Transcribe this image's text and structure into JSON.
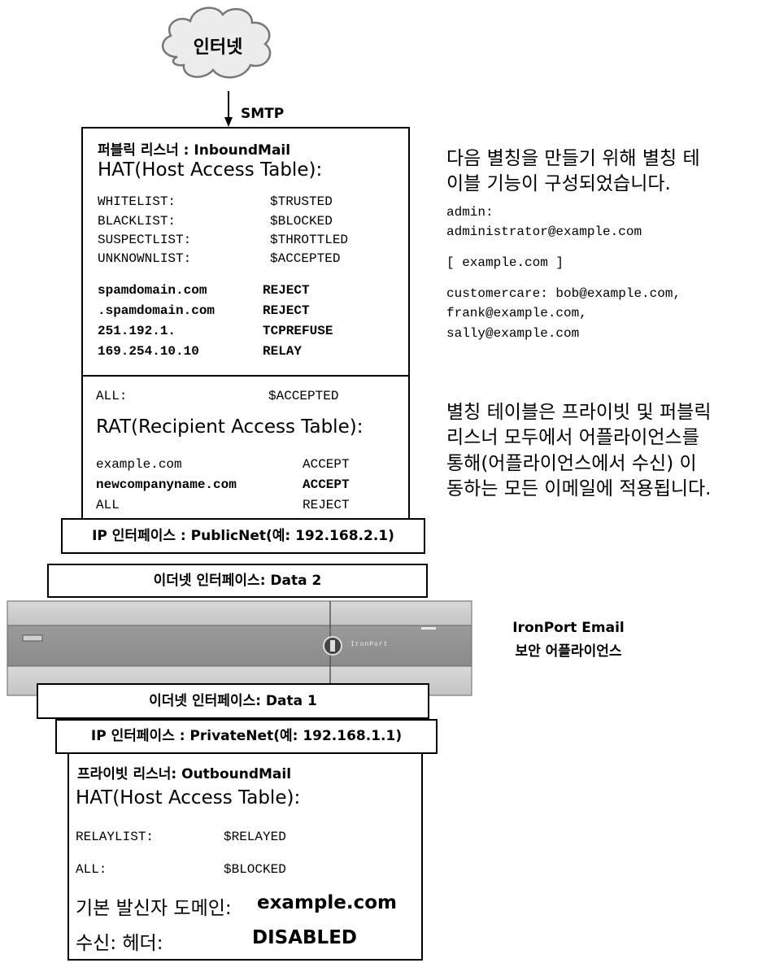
{
  "internet": {
    "label": "인터넷"
  },
  "smtp_label": "SMTP",
  "public_listener": {
    "title": "퍼블릭 리스너 : InboundMail",
    "hat_title": "HAT(Host Access Table):",
    "hat_rows": [
      {
        "key": "WHITELIST:",
        "value": "$TRUSTED",
        "bold": false
      },
      {
        "key": "BLACKLIST:",
        "value": "$BLOCKED",
        "bold": false
      },
      {
        "key": "SUSPECTLIST:",
        "value": "$THROTTLED",
        "bold": false
      },
      {
        "key": "UNKNOWNLIST:",
        "value": "$ACCEPTED",
        "bold": false
      }
    ],
    "hat_rows2": [
      {
        "key": "spamdomain.com",
        "value": "REJECT",
        "bold": true
      },
      {
        "key": ".spamdomain.com",
        "value": "REJECT",
        "bold": true
      },
      {
        "key": "251.192.1.",
        "value": "TCPREFUSE",
        "bold": true
      },
      {
        "key": "169.254.10.10",
        "value": "RELAY",
        "bold": true
      },
      {
        "key": "ALL:",
        "value": "$ACCEPTED",
        "bold": false
      }
    ],
    "rat_title": "RAT(Recipient Access Table):",
    "rat_rows": [
      {
        "key": "example.com",
        "value": "ACCEPT",
        "bold": false
      },
      {
        "key": "newcompanyname.com",
        "value": "ACCEPT",
        "bold": true
      },
      {
        "key": "ALL",
        "value": "REJECT",
        "bold": false
      }
    ]
  },
  "ip_public": "IP 인터페이스 : PublicNet(예: 192.168.2.1)",
  "eth_data2": "이더넷 인터페이스: Data 2",
  "appliance": {
    "brand": "IronPort",
    "label_line1": "IronPort Email",
    "label_line2": "보안 어플라이언스"
  },
  "eth_data1": "이더넷 인터페이스: Data 1",
  "ip_private": "IP 인터페이스 : PrivateNet(예: 192.168.1.1)",
  "private_listener": {
    "title": "프라이빗 리스너: OutboundMail",
    "hat_title": "HAT(Host Access Table):",
    "hat_rows": [
      {
        "key": "RELAYLIST:",
        "value": "$RELAYED"
      },
      {
        "key": "ALL:",
        "value": "$BLOCKED"
      }
    ],
    "default_domain_label": "기본 발신자 도메인:",
    "default_domain_value": "example.com",
    "received_label": "수신: 헤더:",
    "received_value": "DISABLED"
  },
  "right_text": {
    "intro_line1": "다음 별칭을 만들기 위해 별칭 테",
    "intro_line2": "이블 기능이 구성되었습니다.",
    "alias1_line1": "admin:",
    "alias1_line2": "administrator@example.com",
    "domain_block": "[ example.com ]",
    "alias2_line1": "customercare: bob@example.com,",
    "alias2_line2": "frank@example.com,",
    "alias2_line3": "sally@example.com",
    "note_line1": "별칭 테이블은 프라이빗 및 퍼블릭",
    "note_line2": "리스너 모두에서 어플라이언스를",
    "note_line3": "통해(어플라이언스에서 수신) 이",
    "note_line4": "동하는 모든 이메일에 적용됩니다."
  }
}
